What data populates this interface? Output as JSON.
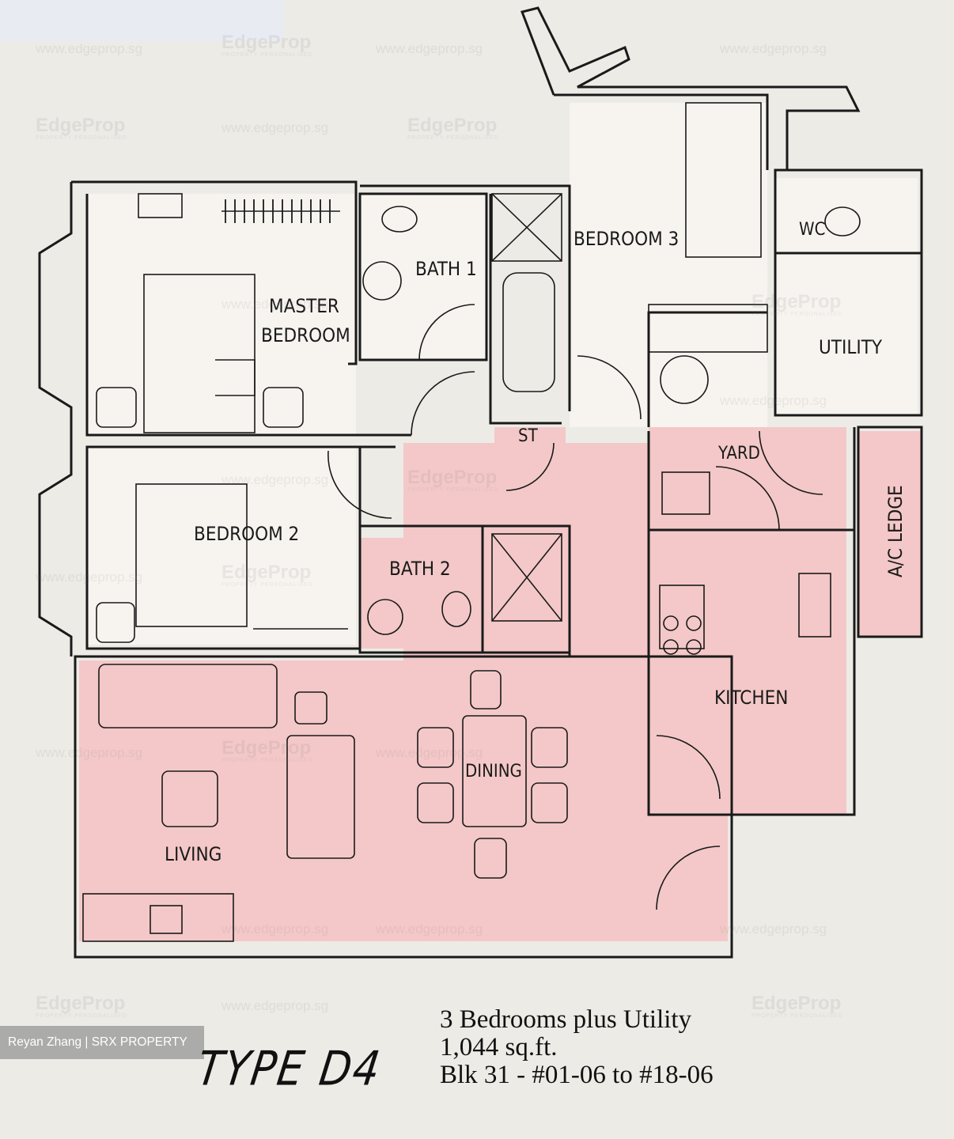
{
  "plan": {
    "type_label": "TYPE D4",
    "summary": {
      "layout": "3 Bedrooms plus Utility",
      "area": "1,044 sq.ft.",
      "units": "Blk 31 - #01-06 to #18-06"
    },
    "rooms": {
      "master_bedroom_1": "MASTER",
      "master_bedroom_2": "BEDROOM",
      "bath1": "BATH 1",
      "bedroom3": "BEDROOM 3",
      "wc": "WC",
      "utility": "UTILITY",
      "st": "ST",
      "yard": "YARD",
      "bedroom2": "BEDROOM 2",
      "bath2": "BATH 2",
      "ac_ledge": "A/C LEDGE",
      "kitchen": "KITCHEN",
      "dining": "DINING",
      "living": "LIVING"
    },
    "colors": {
      "highlight": "#f4c8c8",
      "wall": "#1a1a1a",
      "paper": "#ecebe6",
      "room_fill": "#f7f4f0"
    }
  },
  "credit": "Reyan Zhang | SRX PROPERTY",
  "watermark": {
    "url": "www.edgeprop.sg",
    "logo": "EdgeProp",
    "tagline": "PROPERTY PERSONALISED"
  }
}
